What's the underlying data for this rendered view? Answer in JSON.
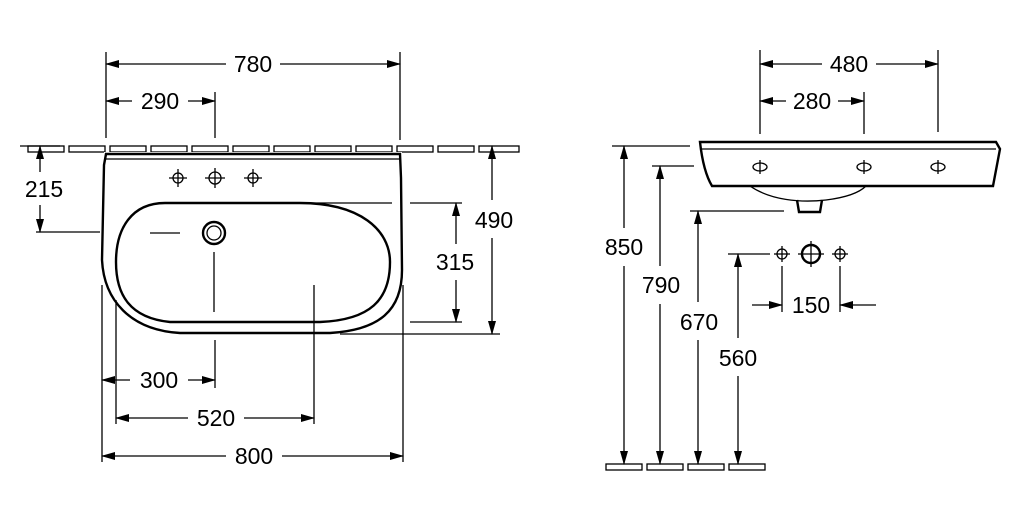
{
  "front_view": {
    "dim_780": "780",
    "dim_290": "290",
    "dim_215": "215",
    "dim_490": "490",
    "dim_315": "315",
    "dim_300": "300",
    "dim_520": "520",
    "dim_800": "800"
  },
  "side_view": {
    "dim_480": "480",
    "dim_280": "280",
    "dim_850": "850",
    "dim_790": "790",
    "dim_670": "670",
    "dim_560": "560",
    "dim_150": "150"
  },
  "colors": {
    "line": "#000000",
    "background": "#ffffff"
  }
}
